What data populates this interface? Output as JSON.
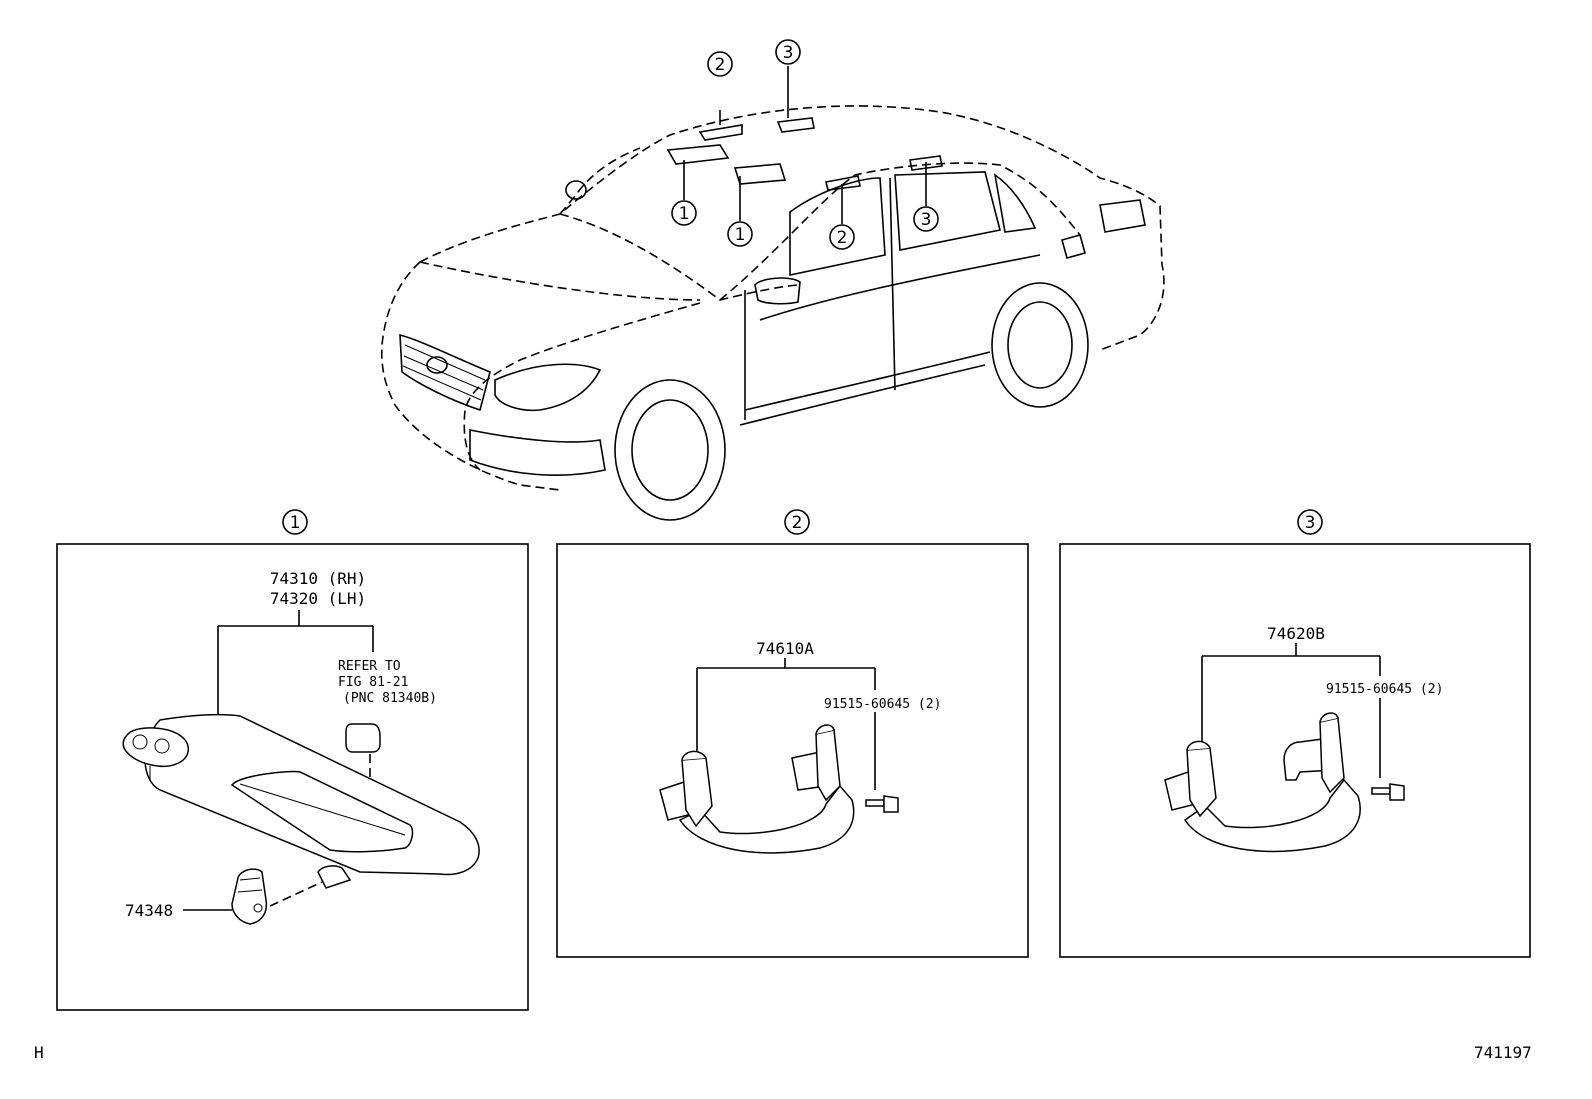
{
  "footer": {
    "left_code": "H",
    "figure_number": "741197"
  },
  "callouts": [
    "1",
    "2",
    "3"
  ],
  "panel1": {
    "callout": "1",
    "part_rh": "74310 (RH)",
    "part_lh": "74320 (LH)",
    "refer_line1": "REFER TO",
    "refer_line2": "FIG 81-21",
    "refer_line3": "(PNC 81340B)",
    "holder_part": "74348"
  },
  "panel2": {
    "callout": "2",
    "grip_part": "74610A",
    "screw_part": "91515-60645 (2)"
  },
  "panel3": {
    "callout": "3",
    "grip_part": "74620B",
    "screw_part": "91515-60645 (2)"
  }
}
